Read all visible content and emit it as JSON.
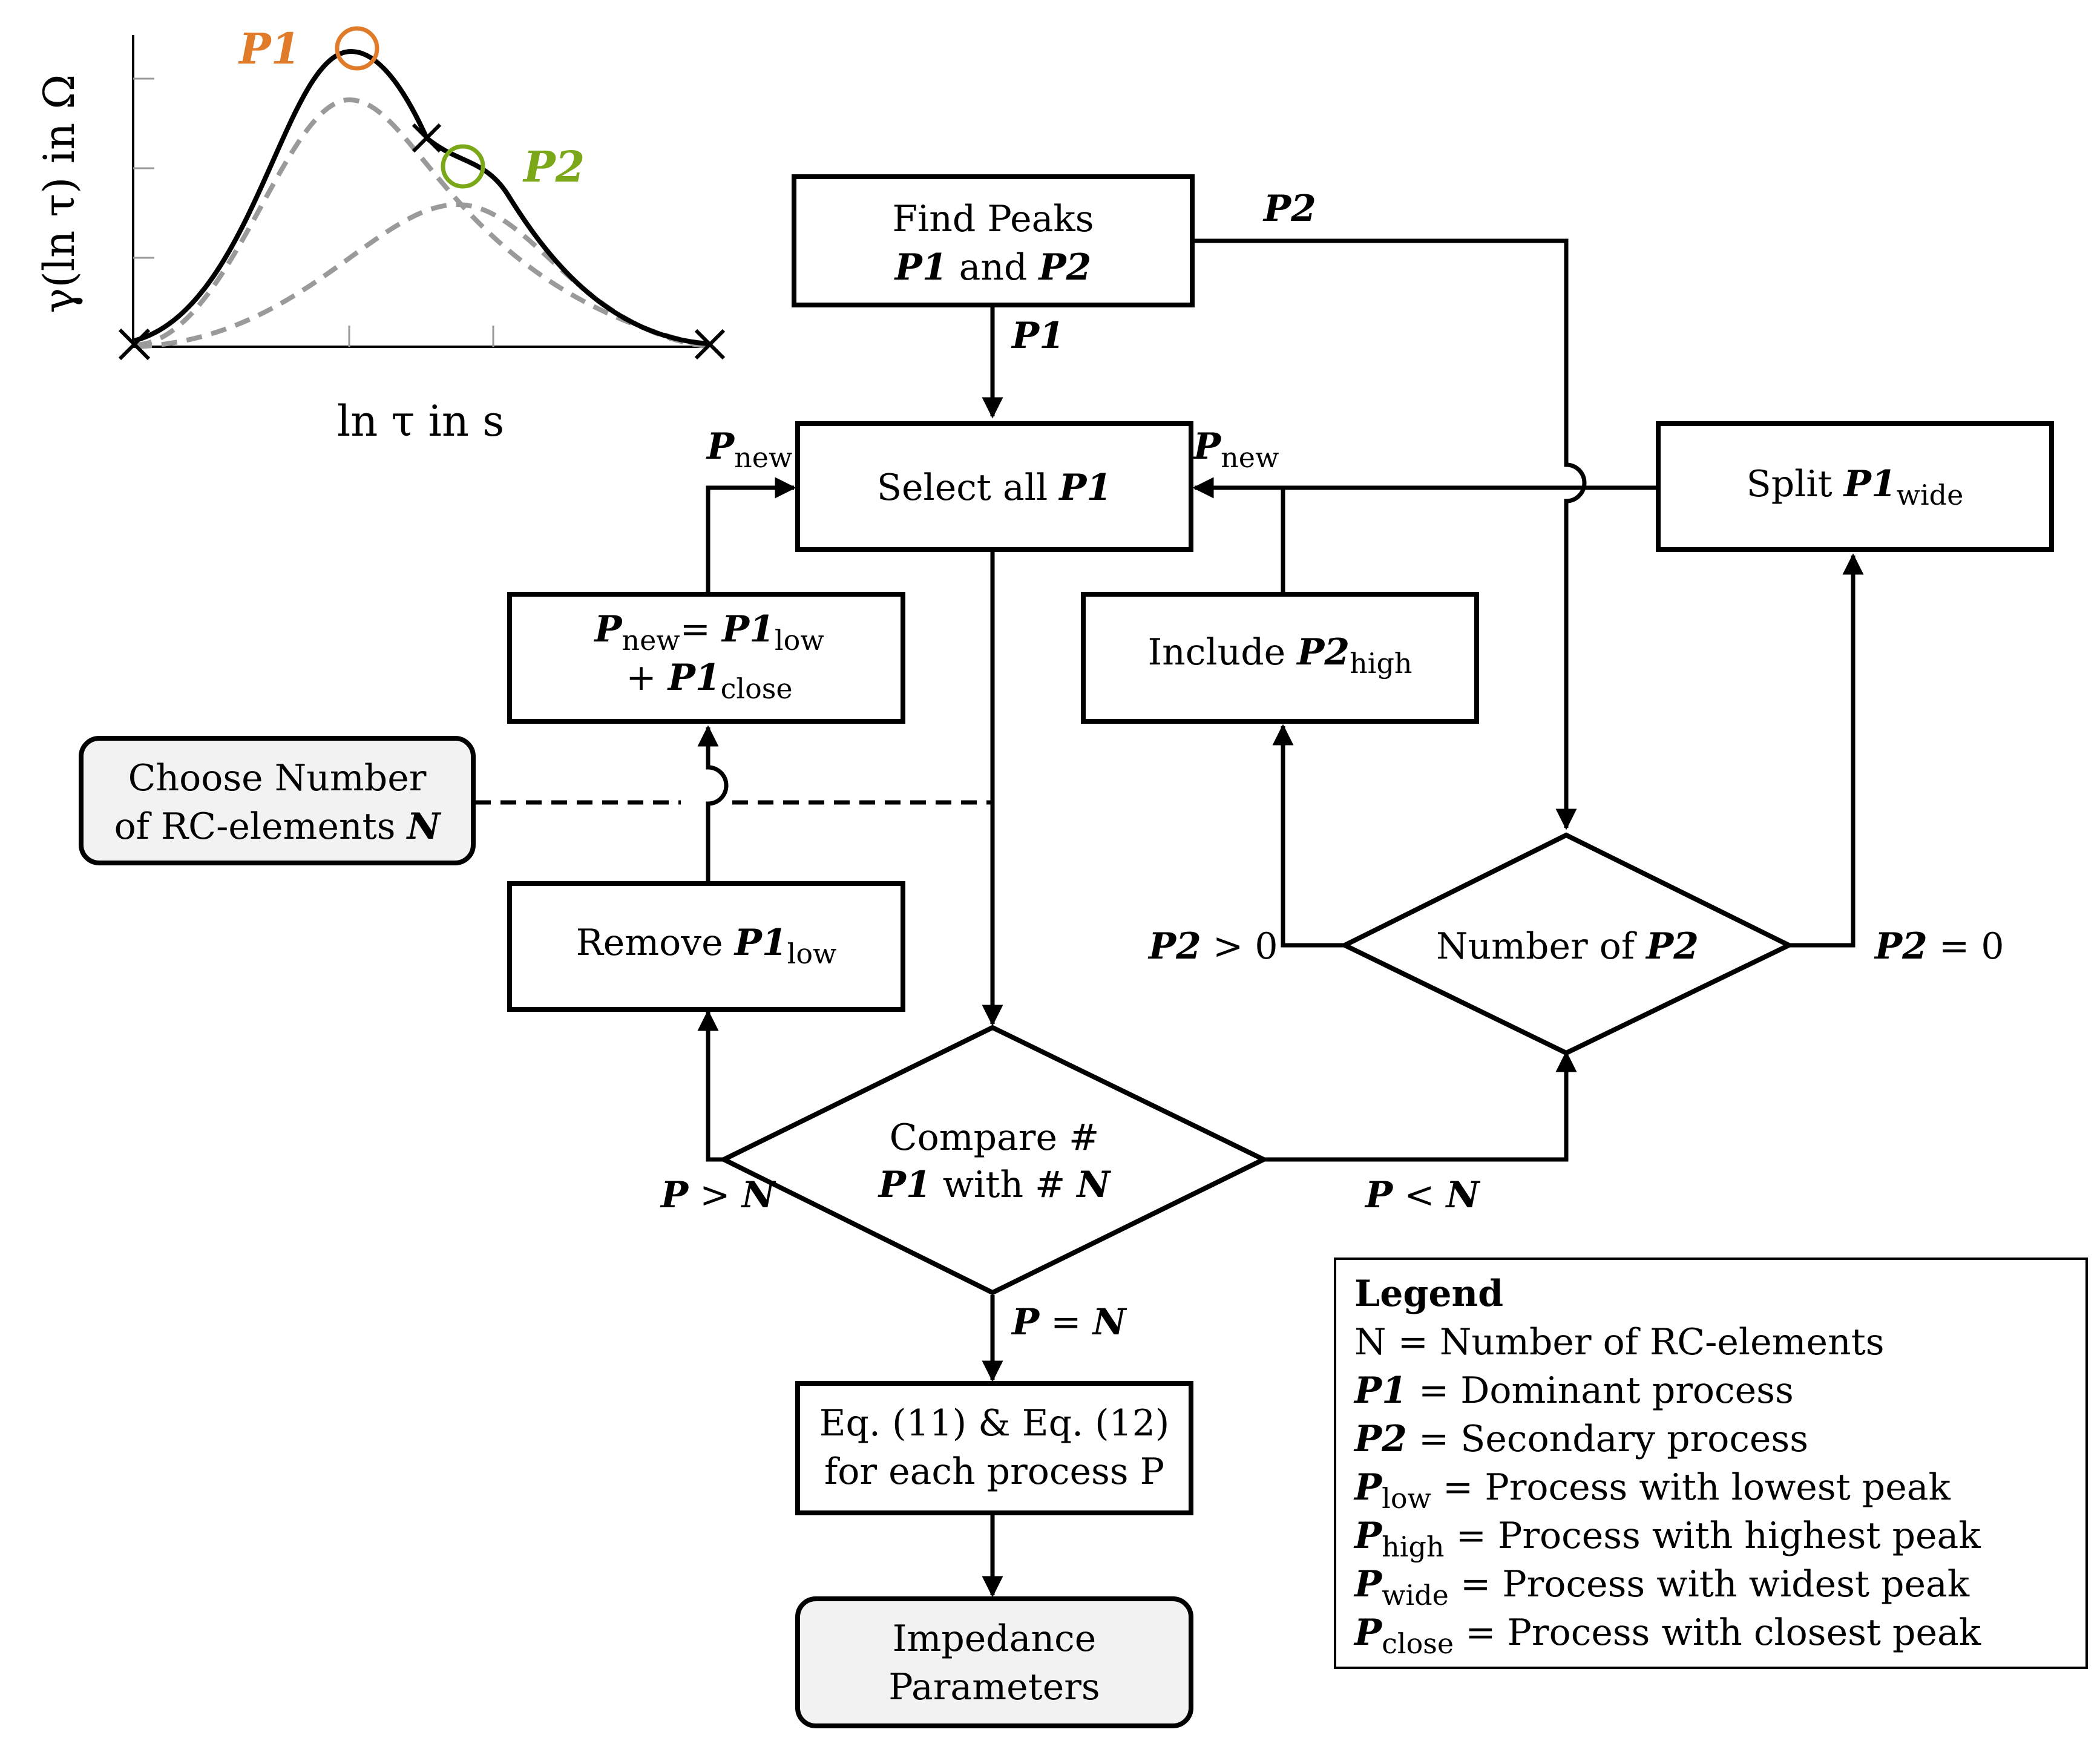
{
  "inset": {
    "y_axis_label": "γ(ln τ) in Ω",
    "x_axis_label": "ln τ in s",
    "peak1_label": "P1",
    "peak2_label": "P2",
    "peak1_color": "#e07b2a",
    "peak2_color": "#7aa819",
    "curve_color": "#000000",
    "component_color": "#9a9a9a"
  },
  "boxes": {
    "find_peaks_line1": "Find Peaks",
    "find_peaks_p1": "P1",
    "find_peaks_and": "and",
    "find_peaks_p2": "P2",
    "select_all_text": "Select all",
    "select_all_p1": "P1",
    "split_text": "Split",
    "split_p1": "P1",
    "split_sub": "wide",
    "include_text": "Include",
    "include_p2": "P2",
    "include_sub": "high",
    "pnew_p": "P",
    "pnew_sub": "new",
    "pnew_eq": "=",
    "pnew_p1": "P1",
    "pnew_low": "low",
    "pnew_plus": "+",
    "pnew_close": "close",
    "remove_text": "Remove",
    "remove_p1": "P1",
    "remove_sub": "low",
    "choose_line1": "Choose Number",
    "choose_line2": "of RC-elements",
    "choose_n": "N",
    "eq_line1": "Eq.  (11) & Eq.  (12)",
    "eq_line2": "for each process P",
    "impedance_line1": "Impedance",
    "impedance_line2": "Parameters"
  },
  "diamonds": {
    "compare_line1": "Compare #",
    "compare_p1": "P1",
    "compare_with": "with #",
    "compare_n": "N",
    "number_text": "Number of",
    "number_p2": "P2"
  },
  "edge_labels": {
    "p1": "P1",
    "p2": "P2",
    "p": "P",
    "n": "N",
    "new": "new",
    "gt": ">",
    "lt": "<",
    "eq": "=",
    "zero": "0"
  },
  "legend": {
    "title": "Legend",
    "n_row": "N = Number of RC-elements",
    "p1_key": "P1",
    "p1_def": " = Dominant process",
    "p2_key": "P2",
    "p2_def": " = Secondary process",
    "p_key": "P",
    "low_sub": "low",
    "low_def": " = Process with lowest peak",
    "high_sub": "high",
    "high_def": " = Process with highest peak",
    "wide_sub": "wide",
    "wide_def": " = Process with widest peak",
    "close_sub": "close",
    "close_def": " = Process with closest peak"
  }
}
